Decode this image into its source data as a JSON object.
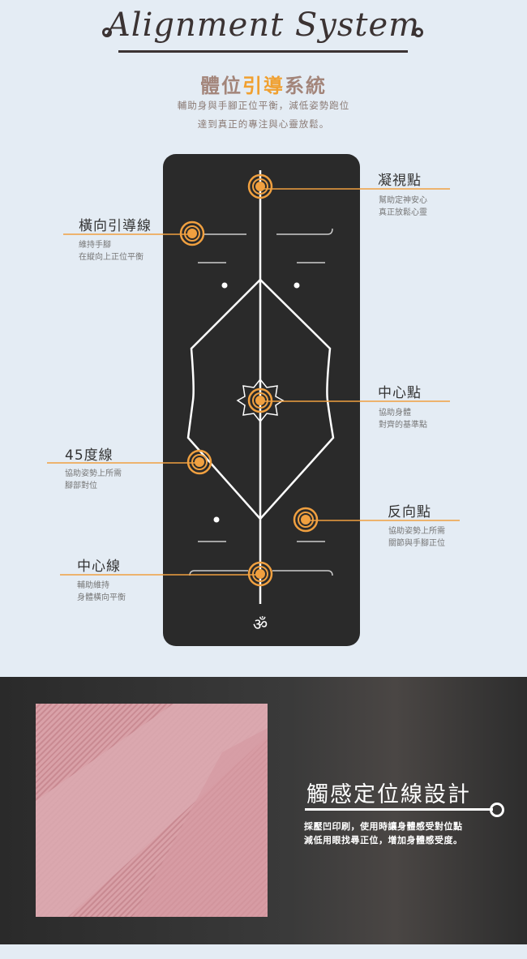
{
  "header": {
    "title": "Alignment System",
    "subtitle_part1": "體位",
    "subtitle_highlight": "引導",
    "subtitle_part2": "系統",
    "desc_line1": "輔助身與手腳正位平衡，減低姿勢跑位",
    "desc_line2": "達到真正的專注與心靈放鬆。"
  },
  "callouts": [
    {
      "title": "凝視點",
      "line1": "幫助定神安心",
      "line2": "真正放鬆心靈"
    },
    {
      "title": "橫向引導線",
      "line1": "維持手腳",
      "line2": "在縱向上正位平衡"
    },
    {
      "title": "中心點",
      "line1": "協助身體",
      "line2": "對齊的基準點"
    },
    {
      "title": "45度線",
      "line1": "協助姿勢上所需",
      "line2": "腳部對位"
    },
    {
      "title": "反向點",
      "line1": "協助姿勢上所需",
      "line2": "關節與手腳正位"
    },
    {
      "title": "中心線",
      "line1": "輔助維持",
      "line2": "身體橫向平衡"
    }
  ],
  "feature": {
    "title": "觸感定位線設計",
    "line1": "採壓凹印刷，使用時讓身體感受對位點",
    "line2": "減低用眼找尋正位，增加身體感受度。"
  },
  "colors": {
    "accent": "#f0a040",
    "mat": "#2a2a2a",
    "background": "#e4ecf4"
  }
}
